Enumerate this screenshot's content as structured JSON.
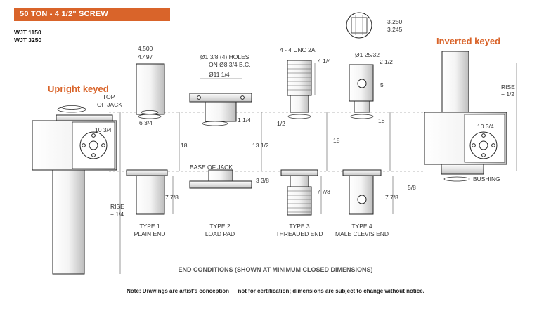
{
  "header": {
    "title": "50 TON - 4 1/2\" SCREW",
    "models": [
      "WJT 1150",
      "WJT 3250"
    ]
  },
  "headlines": {
    "upright": "Upright keyed",
    "inverted": "Inverted keyed"
  },
  "labels": {
    "top_of_jack_1": "TOP",
    "top_of_jack_2": "OF JACK",
    "base_of_jack": "BASE OF JACK",
    "rise": "RISE",
    "rise_plus": "+ 1/4",
    "rise_plus_inv": "+ 1/2",
    "bushing": "BUSHING"
  },
  "dimensions": {
    "d_4500": "4.500",
    "d_4497": "4.497",
    "d_3250": "3.250",
    "d_3245": "3.245",
    "holes_1": "Ø1 3/8 (4) HOLES",
    "holes_2": "ON Ø8 3/4 B.C.",
    "dia_11_1_4": "Ø11 1/4",
    "unc": "4 - 4 UNC 2A",
    "d_4_1_4": "4 1/4",
    "dia_1_25_32": "Ø1 25/32",
    "d_2_1_2": "2 1/2",
    "d_5": "5",
    "d_10_3_4_left": "10 3/4",
    "d_10_3_4_right": "10 3/4",
    "d_6_3_4": "6 3/4",
    "d_1_1_4": "1 1/4",
    "d_1_2": "1/2",
    "d_18_a": "18",
    "d_18_b": "18",
    "d_18_c": "18",
    "d_13_1_2": "13 1/2",
    "d_3_3_8": "3 3/8",
    "d_7_7_8_a": "7 7/8",
    "d_7_7_8_b": "7 7/8",
    "d_7_7_8_c": "7 7/8",
    "d_5_8": "5/8"
  },
  "types": [
    {
      "name": "TYPE 1",
      "desc": "PLAIN END"
    },
    {
      "name": "TYPE 2",
      "desc": "LOAD PAD"
    },
    {
      "name": "TYPE 3",
      "desc": "THREADED END"
    },
    {
      "name": "TYPE 4",
      "desc": "MALE CLEVIS END"
    }
  ],
  "caption": "END CONDITIONS (SHOWN AT MINIMUM CLOSED DIMENSIONS)",
  "note": "Note: Drawings are artist's conception — not for certification; dimensions are subject to change without notice."
}
